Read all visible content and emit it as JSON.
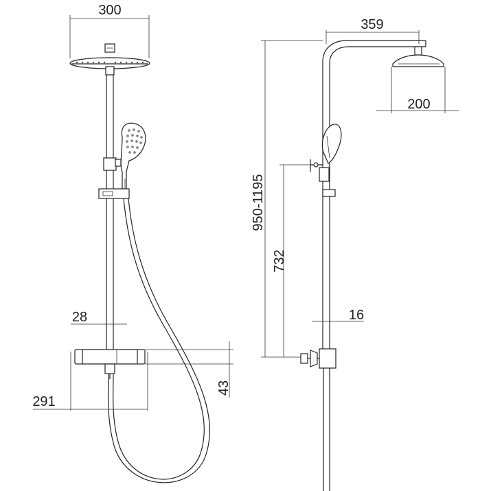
{
  "drawing": {
    "front_view": {
      "dim_head_width": "300",
      "dim_pipe_width": "28",
      "dim_mixer_width": "291",
      "dim_mixer_height": "43"
    },
    "side_view": {
      "dim_arm_length": "359",
      "dim_head_depth": "200",
      "dim_total_height": "950-1195",
      "dim_mixer_to_arm": "732",
      "dim_pipe_offset": "16"
    }
  }
}
